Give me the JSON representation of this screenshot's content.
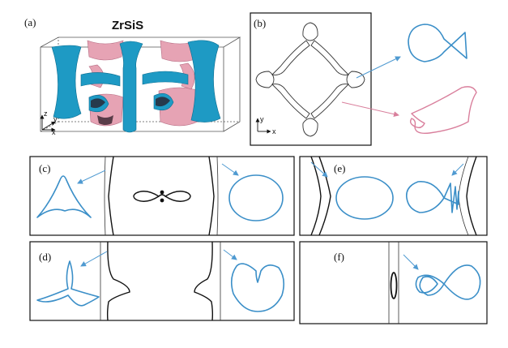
{
  "figure": {
    "title": "ZrSiS",
    "panels": {
      "a": "(a)",
      "b": "(b)",
      "c": "(c)",
      "d": "(d)",
      "e": "(e)",
      "f": "(f)"
    },
    "axes_a": {
      "z": "z",
      "y": "y",
      "x": "x"
    },
    "axes_b": {
      "y": "y",
      "x": "x"
    },
    "colors": {
      "orbit_blue": "#3b8fc8",
      "orbit_pink": "#d97f9c",
      "surface_blue": "#1e9ac4",
      "surface_pink": "#e6a3b4"
    }
  }
}
